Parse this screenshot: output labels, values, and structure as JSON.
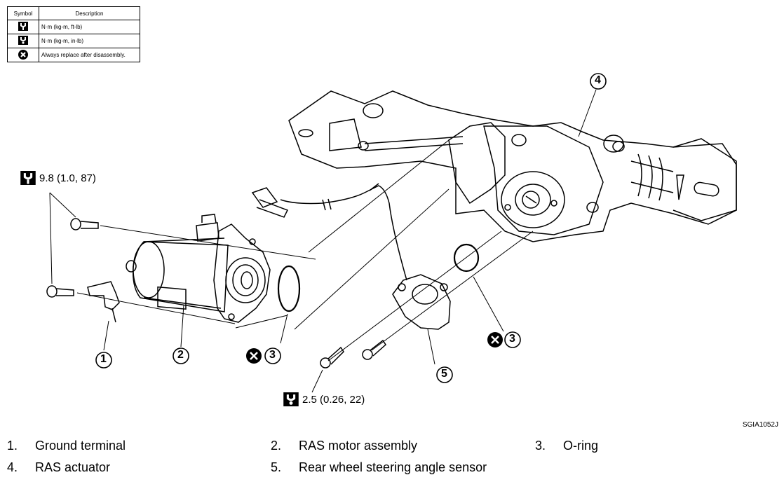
{
  "legend": {
    "headers": {
      "symbol": "Symbol",
      "description": "Description"
    },
    "rows": [
      {
        "icon": "torque-wrench-icon",
        "description": "N·m (kg-m, ft-lb)"
      },
      {
        "icon": "torque-wrench-small-icon",
        "description": "N·m (kg-m, in-lb)"
      },
      {
        "icon": "replace-x-icon",
        "description": "Always replace after disassembly."
      }
    ]
  },
  "torque_specs": {
    "motor_bolts": "9.8 (1.0, 87)",
    "sensor_bolts": "2.5 (0.26, 22)"
  },
  "callouts": [
    "1",
    "2",
    "3",
    "3",
    "4",
    "5"
  ],
  "figure_id": "SGIA1052J",
  "parts": [
    {
      "num": "1.",
      "name": "Ground terminal"
    },
    {
      "num": "2.",
      "name": "RAS motor assembly"
    },
    {
      "num": "3.",
      "name": "O-ring"
    },
    {
      "num": "4.",
      "name": "RAS actuator"
    },
    {
      "num": "5.",
      "name": "Rear wheel steering angle sensor"
    }
  ]
}
